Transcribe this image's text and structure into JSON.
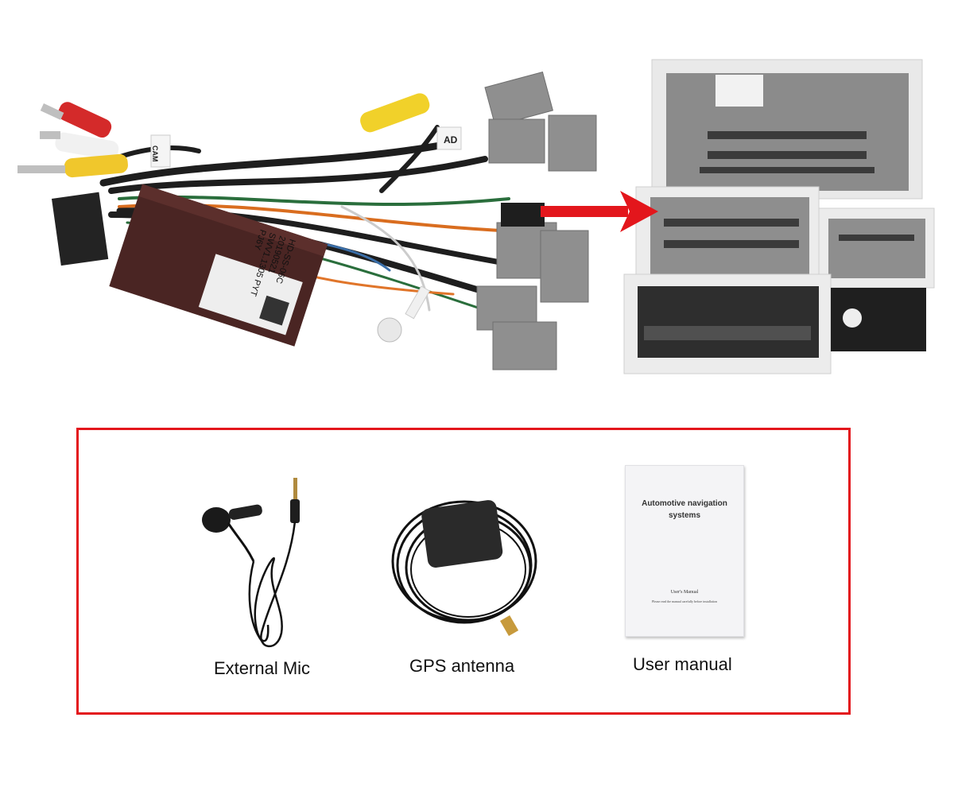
{
  "harness": {
    "tags": [
      "CAM",
      "AD"
    ],
    "module_label": [
      "HD-SS-06C",
      "20190521",
      "SWV1.1305 PYT",
      "PJ6Y"
    ]
  },
  "accessories": {
    "items": [
      {
        "label": "External Mic"
      },
      {
        "label": "GPS antenna"
      },
      {
        "label": "User manual"
      }
    ],
    "manual": {
      "title": "Automotive navigation systems",
      "subtitle": "User's Manual",
      "note": "Please read the manual carefully before installation"
    }
  },
  "colors": {
    "frame": "#e3161c",
    "arrow": "#e3161c",
    "connector": "#8f8f8f",
    "housing": "#e9e9e9"
  }
}
